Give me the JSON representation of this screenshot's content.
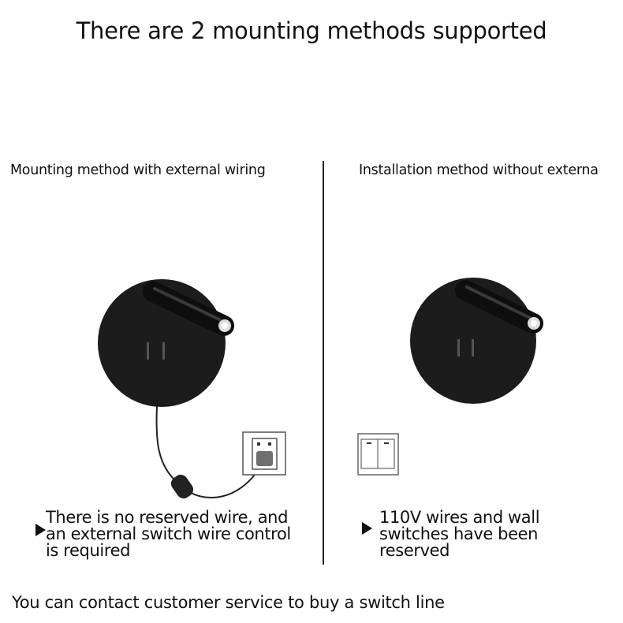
{
  "title": "There are 2 mounting methods supported",
  "left": {
    "heading": "Mounting method with external wiring",
    "note_lines": [
      "There is no reserved wire, and",
      "an external switch wire control",
      "is required"
    ]
  },
  "right": {
    "heading": "Installation method without externa",
    "note_lines": [
      "110V wires and wall",
      "switches have been",
      "reserved"
    ]
  },
  "footer": "You can contact customer service to buy a switch line",
  "colors": {
    "lamp": "#1c1c1c",
    "text": "#111111",
    "socket_plug": "#6e6e6e"
  }
}
